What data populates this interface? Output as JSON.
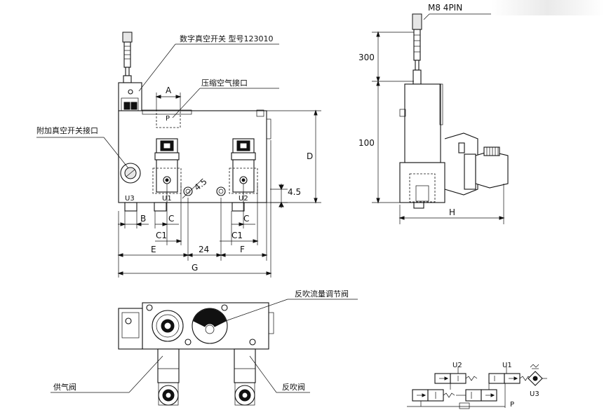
{
  "labels": {
    "digital_switch": "数字真空开关  型号123010",
    "compressed_air_port": "压缩空气接口",
    "extra_vacuum_port": "附加真空开关接口",
    "blow_flow_valve": "反吹流量调节阀",
    "supply_valve": "供气阀",
    "blow_valve": "反吹阀",
    "connector": "M8  4PIN"
  },
  "dims": {
    "A": "A",
    "B": "B",
    "C_left": "C",
    "C_right": "C",
    "C1_left": "C1",
    "C1_right": "C1",
    "D": "D",
    "E": "E",
    "F": "F",
    "G": "G",
    "H": "H",
    "d24": "24",
    "d45_diag": "4.5",
    "d45_right": "4.5",
    "d300": "300",
    "d100": "100"
  },
  "tags": {
    "P_port": "P",
    "U1": "U1",
    "U2": "U2",
    "U3": "U3",
    "sch_U1": "U1",
    "sch_U2": "U2",
    "sch_U3": "U3",
    "sch_P": "P"
  }
}
